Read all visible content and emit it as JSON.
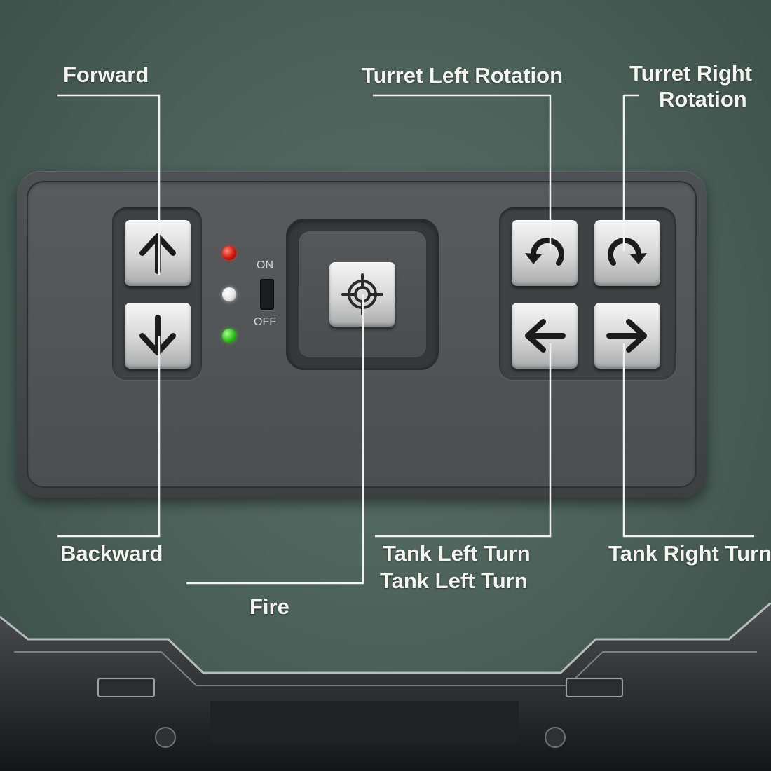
{
  "labels": {
    "forward": "Forward",
    "backward": "Backward",
    "turret_left": "Turret Left Rotation",
    "turret_right_line1": "Turret Right",
    "turret_right_line2": "Rotation",
    "tank_left_1": "Tank Left Turn",
    "tank_left_2": "Tank Left Turn",
    "tank_right": "Tank Right Turn",
    "fire": "Fire"
  },
  "switch": {
    "on_label": "ON",
    "off_label": "OFF"
  },
  "leds": [
    {
      "name": "red",
      "color": "#d4160c"
    },
    {
      "name": "white",
      "color": "#e5e5e5"
    },
    {
      "name": "green",
      "color": "#2fbf1e"
    }
  ],
  "buttons": [
    {
      "name": "forward",
      "icon": "arrow-up-icon"
    },
    {
      "name": "backward",
      "icon": "arrow-down-icon"
    },
    {
      "name": "fire",
      "icon": "crosshair-icon"
    },
    {
      "name": "turret-left-rotation",
      "icon": "rotate-ccw-icon"
    },
    {
      "name": "turret-right-rotation",
      "icon": "rotate-cw-icon"
    },
    {
      "name": "tank-left-turn",
      "icon": "arrow-left-icon"
    },
    {
      "name": "tank-right-turn",
      "icon": "arrow-right-icon"
    }
  ],
  "colors": {
    "background": "#4a5f58",
    "panel": "#4c4f51",
    "label_text": "#f4f4f2"
  }
}
